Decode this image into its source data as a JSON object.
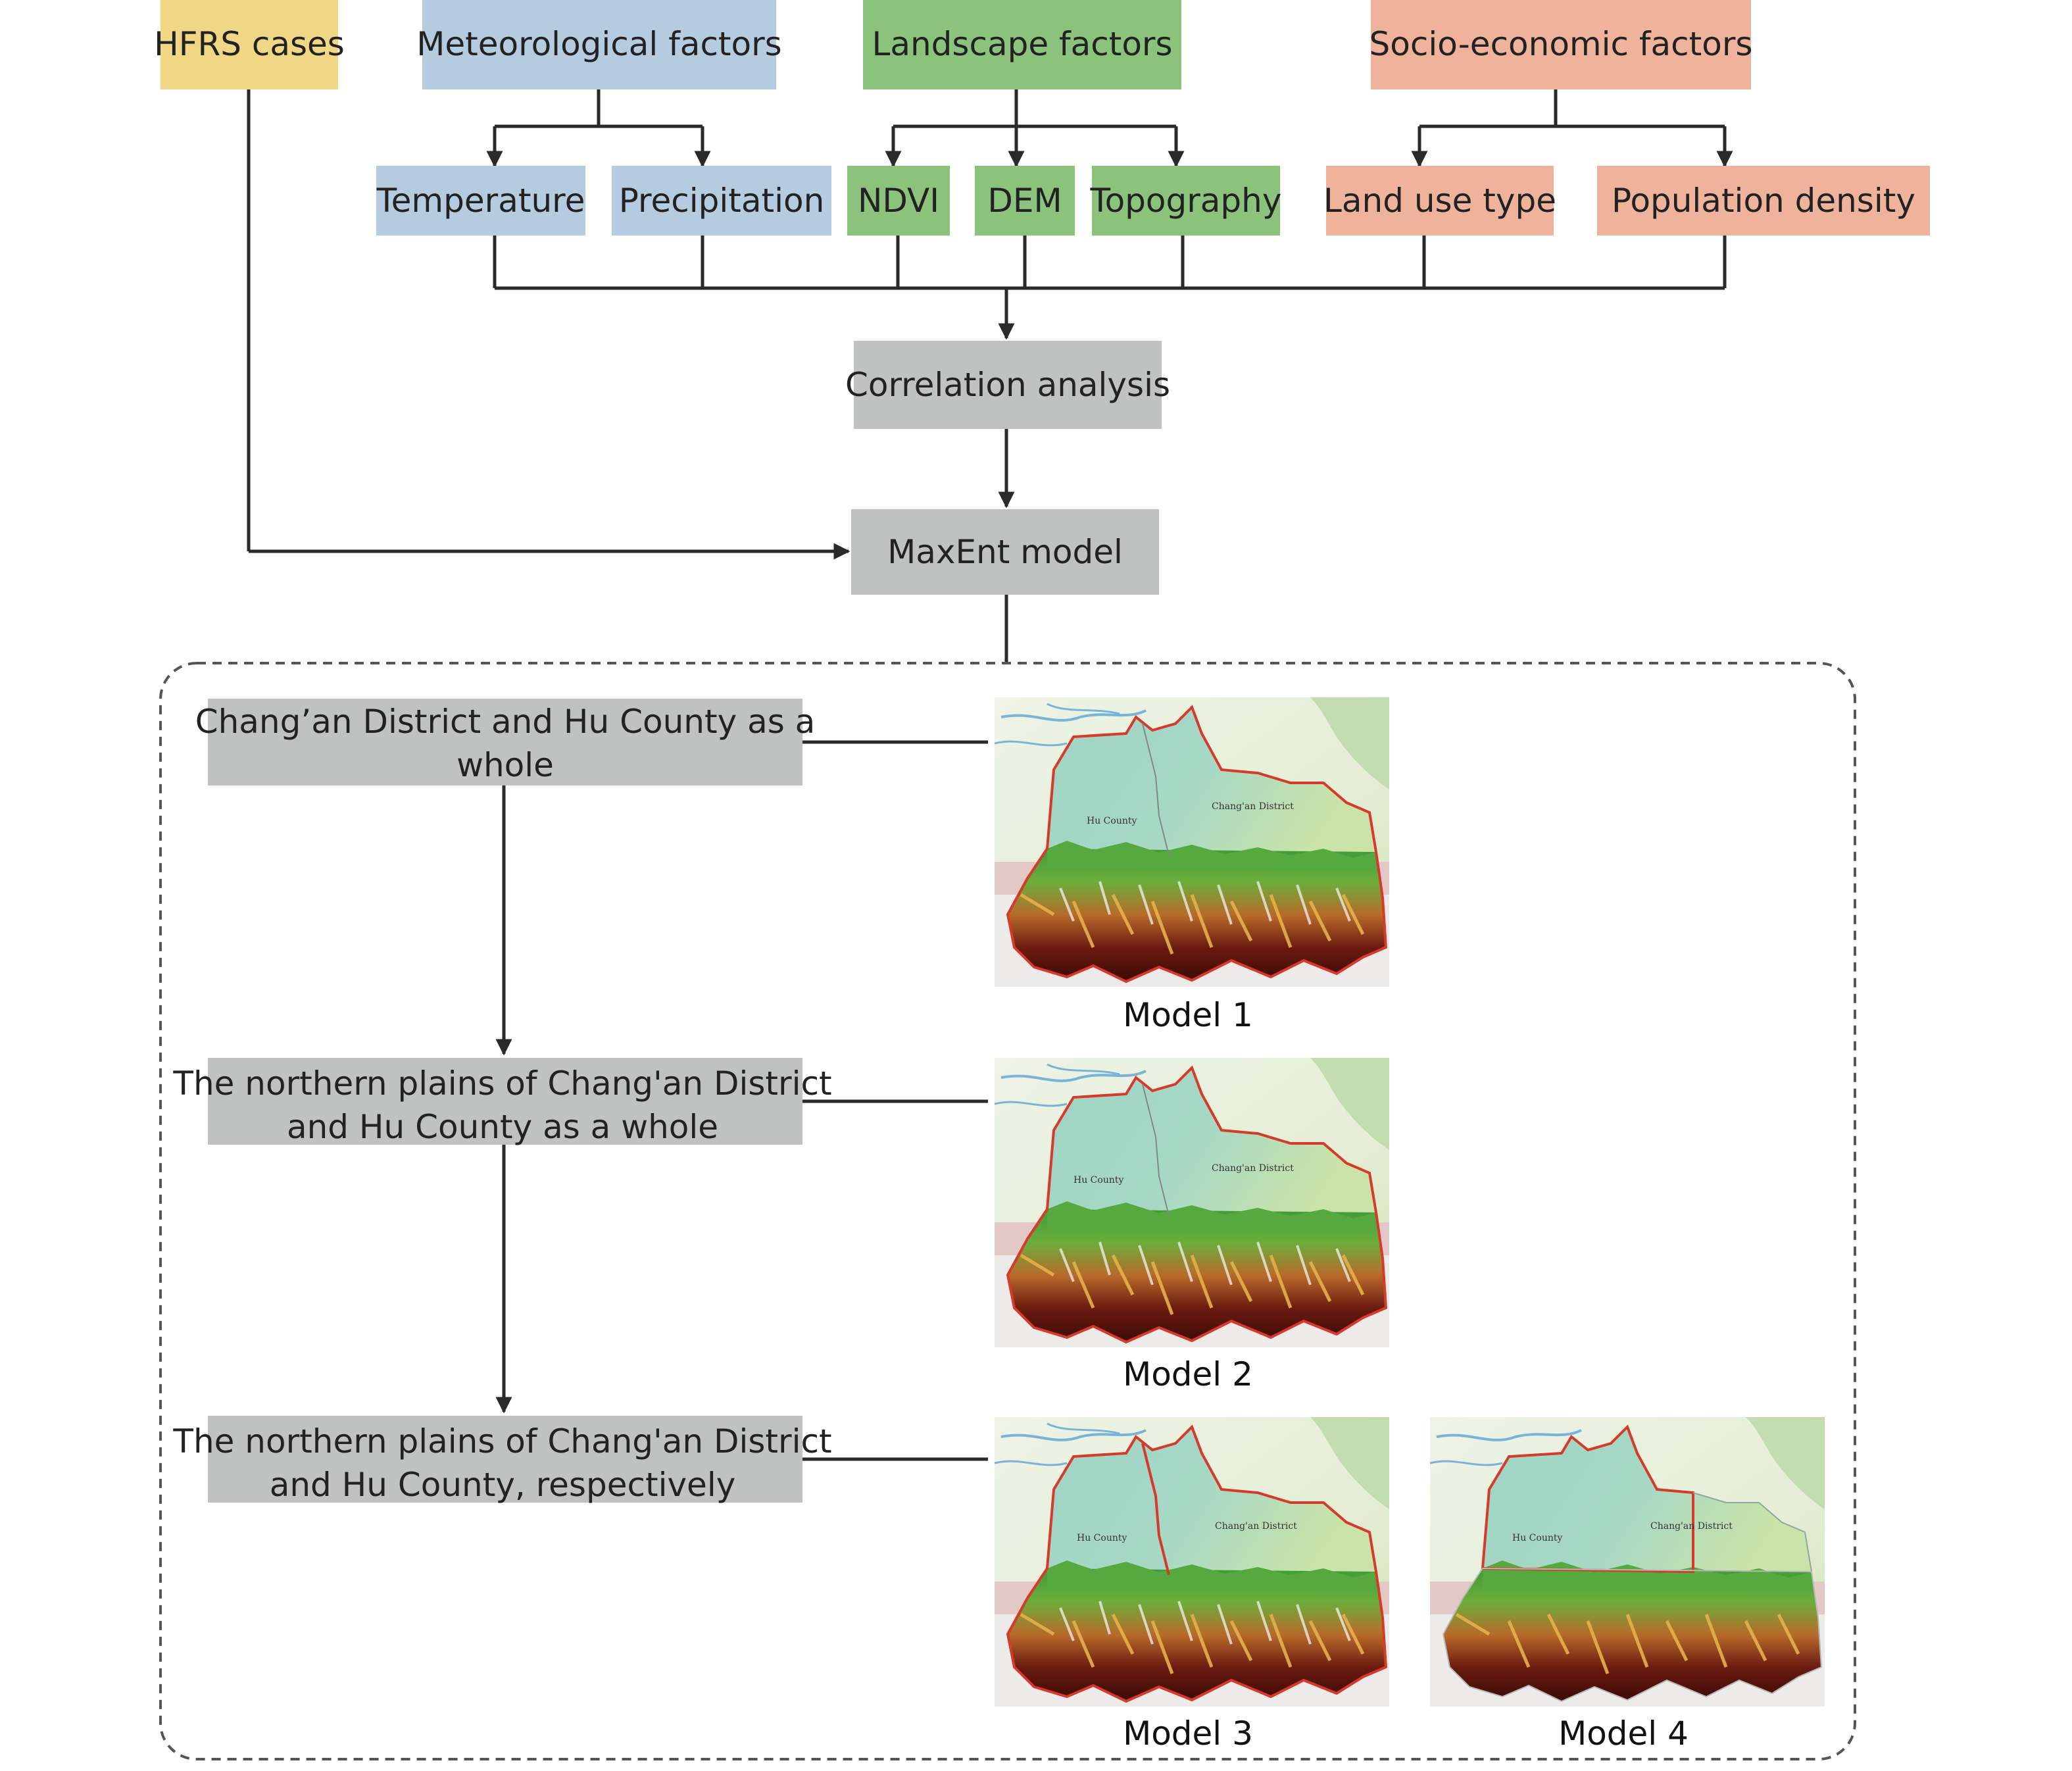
{
  "colors": {
    "yellow": "#f0d785",
    "blue": "#b5cce0",
    "green": "#8cc37c",
    "salmon": "#efb39b",
    "gray": "#c0c1c1"
  },
  "boxes": {
    "hfrs": "HFRS cases",
    "meteorological": "Meteorological factors",
    "landscape": "Landscape factors",
    "socio": "Socio-economic factors",
    "temperature": "Temperature",
    "precipitation": "Precipitation",
    "ndvi": "NDVI",
    "dem": "DEM",
    "topography": "Topography",
    "landuse": "Land use type",
    "population": "Population density",
    "correlation": "Correlation analysis",
    "maxent": "MaxEnt model"
  },
  "scenarios": {
    "s1": [
      "Chang’an District and Hu County as a",
      "whole"
    ],
    "s2": [
      "The northern plains of Chang'an District",
      "and Hu County as a whole"
    ],
    "s3": [
      "The northern plains of Chang'an District",
      "and Hu County, respectively"
    ]
  },
  "models": {
    "m1": "Model 1",
    "m2": "Model 2",
    "m3": "Model 3",
    "m4": "Model 4"
  },
  "map_labels": {
    "hu": "Hu County",
    "changan": "Chang'an District"
  }
}
